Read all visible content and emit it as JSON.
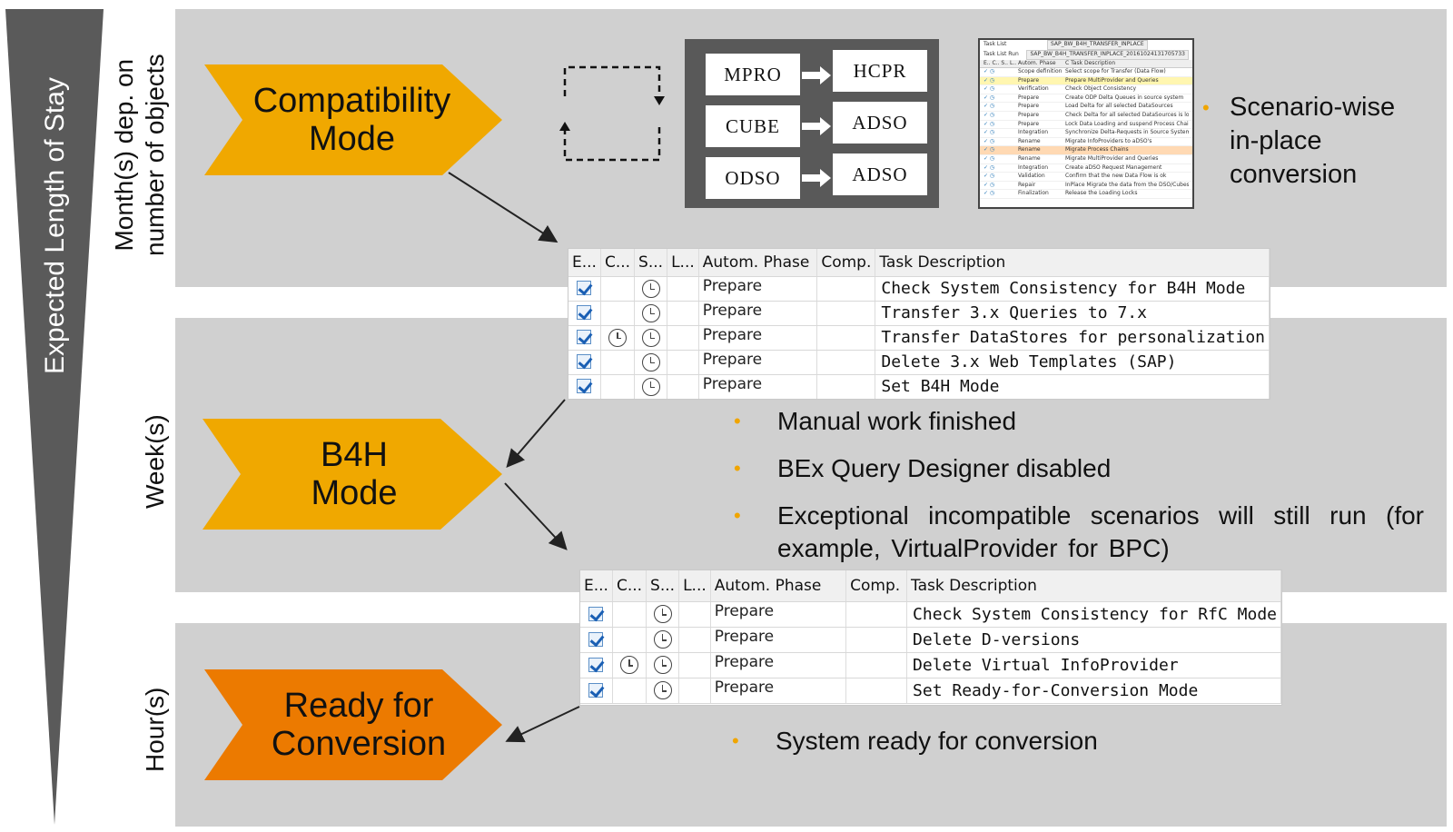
{
  "axis": {
    "label": "Expected Length of Stay"
  },
  "durations": {
    "compat": [
      "Month(s) dep. on",
      "number of objects"
    ],
    "b4h": "Week(s)",
    "ready": "Hour(s)"
  },
  "modes": {
    "compat": [
      "Compatibility",
      "Mode"
    ],
    "b4h": [
      "B4H",
      "Mode"
    ],
    "ready": [
      "Ready for",
      "Conversion"
    ]
  },
  "colors": {
    "band": "#d0d0d0",
    "wedge": "#5a5a5a",
    "chevron_yellow": "#f0a800",
    "chevron_orange": "#ec7a00",
    "bullet": "#f0a500"
  },
  "mapping": [
    {
      "from": "MPRO",
      "to": "HCPR"
    },
    {
      "from": "CUBE",
      "to": "ADSO"
    },
    {
      "from": "ODSO",
      "to": "ADSO"
    }
  ],
  "thumbnail": {
    "task_list_label": "Task List",
    "task_list_value": "SAP_BW_B4H_TRANSFER_INPLACE",
    "task_list_run_label": "Task List Run",
    "task_list_run_value": "SAP_BW_B4H_TRANSFER_INPLACE_20161024131705733",
    "columns": [
      "E.. C.. S.. L..",
      "Autom. Phase",
      "C  Task Description"
    ],
    "rows": [
      {
        "phase": "Scope definition",
        "desc": "Select scope for Transfer (Data Flow)"
      },
      {
        "phase": "Prepare",
        "desc": "Prepare MultiProvider and Queries"
      },
      {
        "phase": "Verification",
        "desc": "Check Object Consistency"
      },
      {
        "phase": "Prepare",
        "desc": "Create ODP Delta Queues in source system"
      },
      {
        "phase": "Prepare",
        "desc": "Load Delta for all selected DataSources"
      },
      {
        "phase": "Prepare",
        "desc": "Check Delta for all selected DataSources is loaded"
      },
      {
        "phase": "Prepare",
        "desc": "Lock Data Loading and suspend Process Chains / RDA"
      },
      {
        "phase": "Integration",
        "desc": "Synchronize Delta-Requests in Source Systems"
      },
      {
        "phase": "Rename",
        "desc": "Migrate InfoProviders to aDSO's"
      },
      {
        "phase": "Rename",
        "desc": "Migrate Process Chains"
      },
      {
        "phase": "Rename",
        "desc": "Migrate MultiProvider and Queries"
      },
      {
        "phase": "Integration",
        "desc": "Create aDSO Request Management"
      },
      {
        "phase": "Validation",
        "desc": "Confirm that the new Data Flow is ok"
      },
      {
        "phase": "Repair",
        "desc": "InPlace Migrate the data from the DSO/Cubes to th.."
      },
      {
        "phase": "Finalization",
        "desc": "Release the Loading Locks"
      }
    ]
  },
  "compat_bullets": [
    "Scenario-wise",
    "in-place",
    "conversion"
  ],
  "table_headers": {
    "e": "E...",
    "c": "C...",
    "s": "S...",
    "l": "L...",
    "phase": "Autom. Phase",
    "comp": "Comp.",
    "desc": "Task Description"
  },
  "table1": [
    {
      "phase": "Prepare",
      "desc": "Check System Consistency for B4H Mode",
      "c_clock": false
    },
    {
      "phase": "Prepare",
      "desc": "Transfer 3.x Queries to 7.x",
      "c_clock": false
    },
    {
      "phase": "Prepare",
      "desc": "Transfer DataStores for personalization",
      "c_clock": true
    },
    {
      "phase": "Prepare",
      "desc": "Delete 3.x Web Templates (SAP)",
      "c_clock": false
    },
    {
      "phase": "Prepare",
      "desc": "Set B4H Mode",
      "c_clock": false
    }
  ],
  "b4h_bullets": [
    "Manual work finished",
    "BEx Query Designer disabled",
    "Exceptional incompatible scenarios will still run (for example, VirtualProvider for BPC)"
  ],
  "table2": [
    {
      "phase": "Prepare",
      "desc": "Check System Consistency for RfC Mode",
      "c_clock": false
    },
    {
      "phase": "Prepare",
      "desc": "Delete D-versions",
      "c_clock": false
    },
    {
      "phase": "Prepare",
      "desc": "Delete Virtual InfoProvider",
      "c_clock": true
    },
    {
      "phase": "Prepare",
      "desc": "Set Ready-for-Conversion Mode",
      "c_clock": false
    }
  ],
  "ready_bullets": [
    "System ready for conversion"
  ]
}
